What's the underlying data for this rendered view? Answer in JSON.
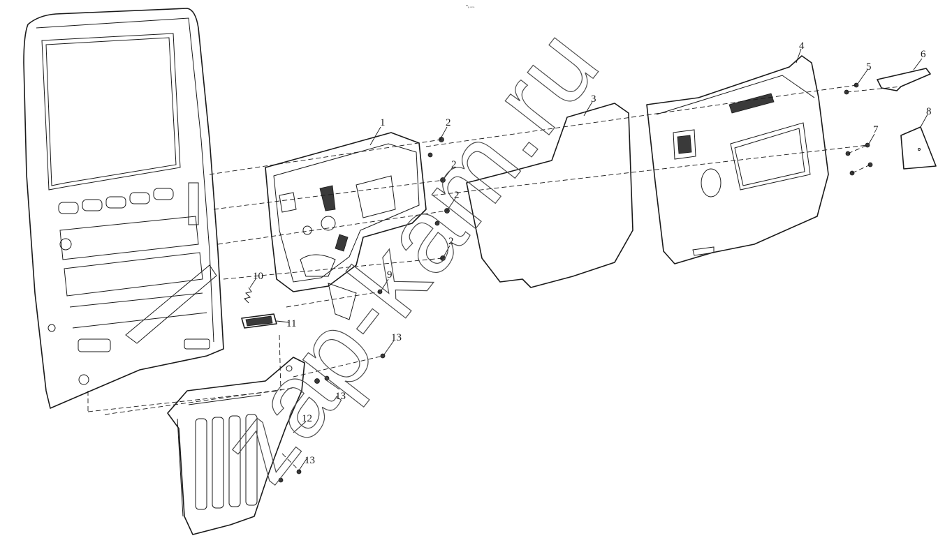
{
  "header": {
    "caption": "ꟸ₈ ₙₙₙ"
  },
  "watermark": {
    "text": "zap-kam.ru"
  },
  "callouts": [
    "1",
    "2",
    "2",
    "2",
    "2",
    "3",
    "4",
    "5",
    "6",
    "7",
    "8",
    "9",
    "10",
    "11",
    "12",
    "13",
    "13",
    "13"
  ],
  "colors": {
    "line": "#1a1a1a",
    "background": "#ffffff"
  }
}
